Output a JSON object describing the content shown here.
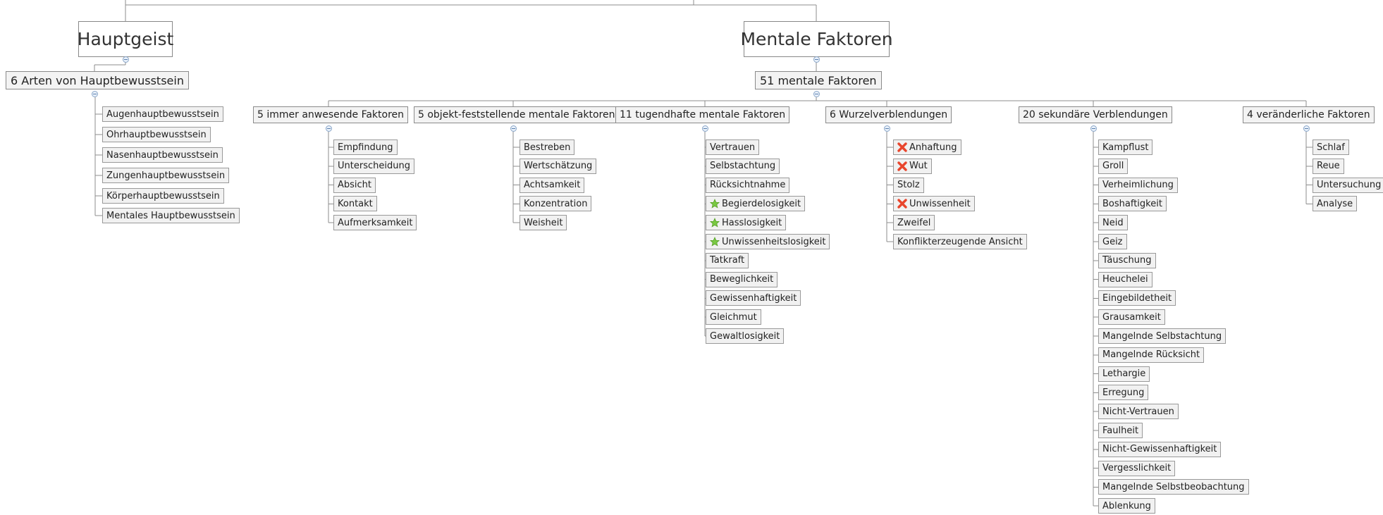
{
  "diagram": {
    "hauptgeist": {
      "title": "Hauptgeist",
      "child": {
        "label": "6 Arten von Hauptbewusstsein",
        "items": [
          {
            "label": "Augenhauptbewusstsein"
          },
          {
            "label": "Ohrhauptbewusstsein"
          },
          {
            "label": "Nasenhauptbewusstsein"
          },
          {
            "label": "Zungenhauptbewusstsein"
          },
          {
            "label": "Körperhauptbewusstsein"
          },
          {
            "label": "Mentales Hauptbewusstsein"
          }
        ]
      }
    },
    "mentale": {
      "title": "Mentale Faktoren",
      "child": {
        "label": "51 mentale Faktoren",
        "groups": [
          {
            "label": "5 immer anwesende Faktoren",
            "items": [
              {
                "label": "Empfindung"
              },
              {
                "label": "Unterscheidung"
              },
              {
                "label": "Absicht"
              },
              {
                "label": "Kontakt"
              },
              {
                "label": "Aufmerksamkeit"
              }
            ]
          },
          {
            "label": "5 objekt-feststellende mentale Faktoren",
            "items": [
              {
                "label": "Bestreben"
              },
              {
                "label": "Wertschätzung"
              },
              {
                "label": "Achtsamkeit"
              },
              {
                "label": "Konzentration"
              },
              {
                "label": "Weisheit"
              }
            ]
          },
          {
            "label": "11 tugendhafte mentale Faktoren",
            "items": [
              {
                "label": "Vertrauen"
              },
              {
                "label": "Selbstachtung"
              },
              {
                "label": "Rücksichtnahme"
              },
              {
                "label": "Begierdelosigkeit",
                "icon": "green-star-icon"
              },
              {
                "label": "Hasslosigkeit",
                "icon": "green-star-icon"
              },
              {
                "label": "Unwissenheitslosigkeit",
                "icon": "green-star-icon"
              },
              {
                "label": "Tatkraft"
              },
              {
                "label": "Beweglichkeit"
              },
              {
                "label": "Gewissenhaftigkeit"
              },
              {
                "label": "Gleichmut"
              },
              {
                "label": "Gewaltlosigkeit"
              }
            ]
          },
          {
            "label": "6 Wurzelverblendungen",
            "items": [
              {
                "label": "Anhaftung",
                "icon": "red-x-icon"
              },
              {
                "label": "Wut",
                "icon": "red-x-icon"
              },
              {
                "label": "Stolz"
              },
              {
                "label": "Unwissenheit",
                "icon": "red-x-icon"
              },
              {
                "label": "Zweifel"
              },
              {
                "label": "Konflikterzeugende Ansicht"
              }
            ]
          },
          {
            "label": "20 sekundäre Verblendungen",
            "items": [
              {
                "label": "Kampflust"
              },
              {
                "label": "Groll"
              },
              {
                "label": "Verheimlichung"
              },
              {
                "label": "Boshaftigkeit"
              },
              {
                "label": "Neid"
              },
              {
                "label": "Geiz"
              },
              {
                "label": "Täuschung"
              },
              {
                "label": "Heuchelei"
              },
              {
                "label": "Eingebildetheit"
              },
              {
                "label": "Grausamkeit"
              },
              {
                "label": "Mangelnde Selbstachtung"
              },
              {
                "label": "Mangelnde Rücksicht"
              },
              {
                "label": "Lethargie"
              },
              {
                "label": "Erregung"
              },
              {
                "label": "Nicht-Vertrauen"
              },
              {
                "label": "Faulheit"
              },
              {
                "label": "Nicht-Gewissenhaftigkeit"
              },
              {
                "label": "Vergesslichkeit"
              },
              {
                "label": "Mangelnde Selbstbeobachtung"
              },
              {
                "label": "Ablenkung"
              }
            ]
          },
          {
            "label": "4 veränderliche Faktoren",
            "items": [
              {
                "label": "Schlaf"
              },
              {
                "label": "Reue"
              },
              {
                "label": "Untersuchung"
              },
              {
                "label": "Analyse"
              }
            ]
          }
        ]
      }
    }
  },
  "colors": {
    "line": "#8c8c8c",
    "node_fill": "#f3f3f3",
    "star": "#7ac943",
    "cross": "#e8452c"
  }
}
